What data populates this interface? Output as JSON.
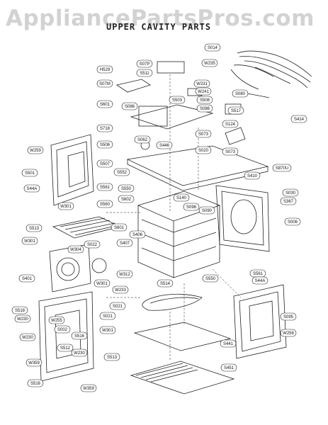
{
  "watermark": "AppliancePartsPros.com",
  "title": "UPPER CAVITY PARTS",
  "diagram": {
    "labels": [
      "S014",
      "W235",
      "H529",
      "S07P",
      "S511",
      "W231",
      "S07M",
      "W241",
      "S503",
      "S508",
      "S080",
      "S086",
      "S601",
      "S086",
      "S517",
      "S414",
      "S718",
      "S073",
      "S124",
      "S506",
      "S062",
      "S446",
      "W259",
      "S020",
      "S073",
      "S501",
      "S507",
      "S552",
      "S410",
      "S870U",
      "S44A",
      "S561",
      "S550",
      "S140",
      "S602",
      "S030",
      "S367",
      "S560",
      "S098",
      "S090",
      "S513",
      "S601",
      "S406",
      "W301",
      "S006",
      "W301",
      "W304",
      "S022",
      "S407",
      "S401",
      "W312",
      "W301",
      "W233",
      "S021",
      "S550",
      "S561",
      "S514",
      "S021",
      "S44A",
      "S518",
      "W230",
      "W255",
      "S002",
      "S516",
      "W301",
      "S095",
      "W230",
      "S512",
      "W230",
      "S513",
      "S441",
      "W258",
      "W359",
      "S451",
      "S516",
      "W359"
    ]
  }
}
